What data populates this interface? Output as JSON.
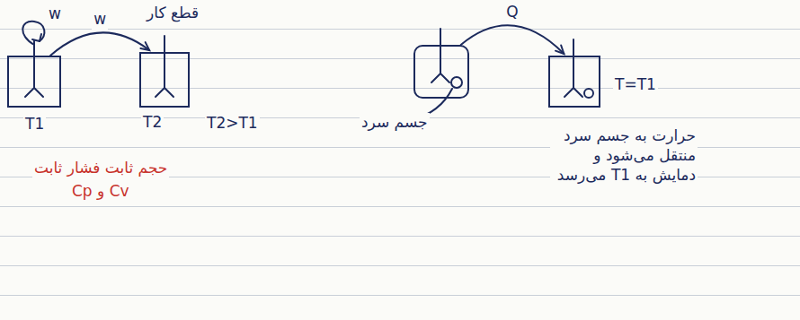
{
  "diagram": {
    "nodes": [
      {
        "text": [
          "T1"
        ]
      },
      {
        "text": [
          "قطع کار",
          "T2"
        ]
      },
      {
        "text": [
          "جسم سرد"
        ]
      },
      {
        "text": [
          "T=T1"
        ]
      }
    ],
    "edges": [
      {
        "from": 0,
        "to": 1,
        "label": "w",
        "arrow": "to"
      },
      {
        "from": 2,
        "to": 3,
        "label": "Q",
        "arrow": "to"
      }
    ],
    "labels": [
      "w",
      "T2>T1",
      "حجم ثابت فشار ثابت",
      "Cp و Cv",
      "حرارت به جسم سرد منتقل می‌شود و دمایش به T1 می‌رسد"
    ]
  }
}
